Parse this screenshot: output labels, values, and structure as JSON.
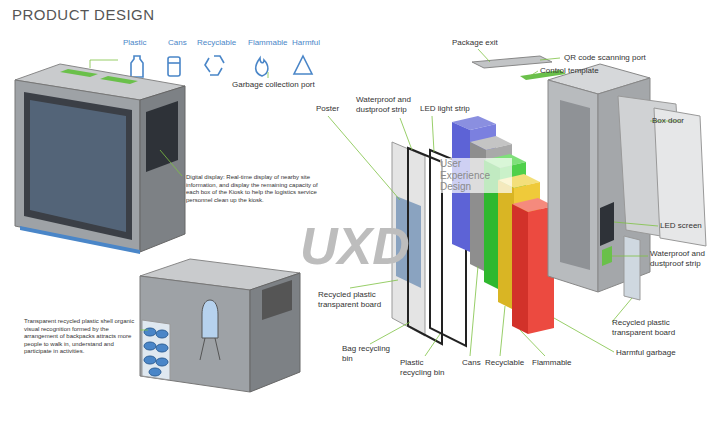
{
  "diagram": {
    "title": "PRODUCT DESIGN",
    "labels": [
      "Plastic",
      "Cans",
      "Recyclable",
      "Flammable",
      "Harmful",
      "Garbage collection port",
      "Digital display: Real-time display of nearby site information, and display the remaining capacity of each box of the Kiosk to help the logistics service personnel clean up the kiosk.",
      "Transparent recycled plastic shell organic visual recognition formed by the arrangement of backpacks attracts more people to walk in, understand and participate in activities.",
      "Package exit",
      "QR code scanning port",
      "Control template",
      "Poster",
      "Waterproof and dustproof strip",
      "LED light strip",
      "Box door",
      "LED screen",
      "Waterproof and dustproof strip",
      "Recycled plastic transparent board",
      "Harmful garbage",
      "Recycled plastic transparent board",
      "Bag recycling bin",
      "Plastic recycling bin",
      "Cans",
      "Recyclable",
      "Flammable",
      "UXD",
      "User Experience Design"
    ]
  }
}
